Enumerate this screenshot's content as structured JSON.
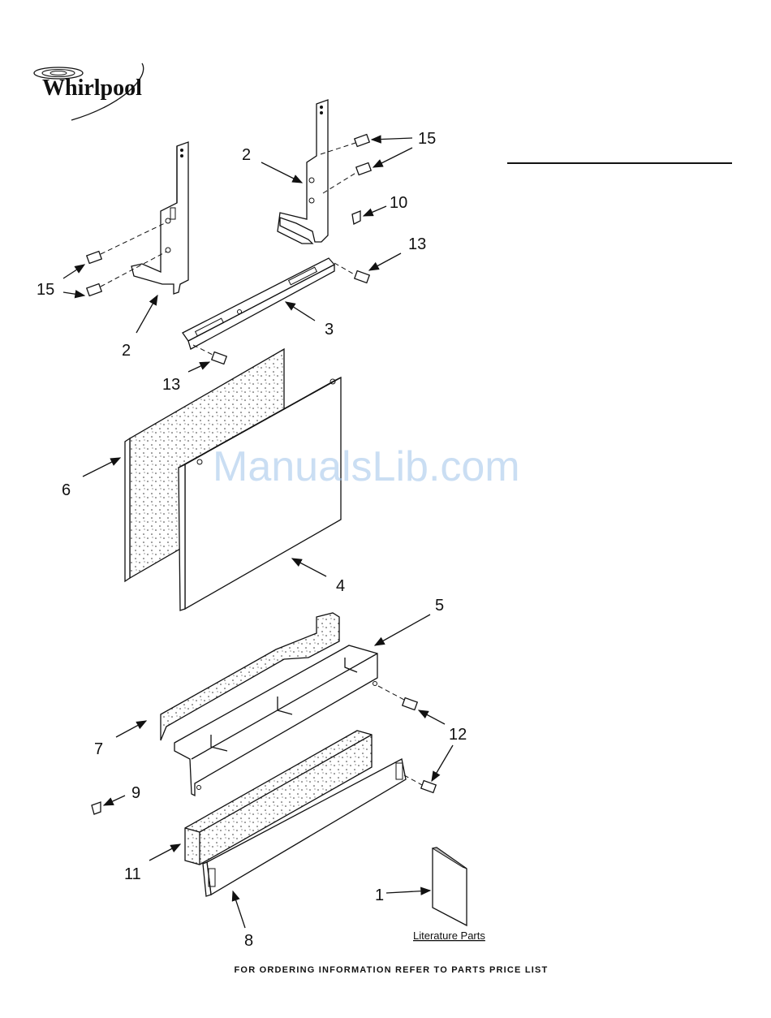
{
  "brand": {
    "name": "Whirlpool"
  },
  "header_rule": true,
  "watermark": "ManualsLib.com",
  "callouts": {
    "c15a": "15",
    "c2a": "2",
    "c10": "10",
    "c13a": "13",
    "c15b": "15",
    "c2b": "2",
    "c3": "3",
    "c13b": "13",
    "c6": "6",
    "c4": "4",
    "c5": "5",
    "c7": "7",
    "c12": "12",
    "c9": "9",
    "c11": "11",
    "c1": "1",
    "c8": "8"
  },
  "literature_label": "Literature Parts",
  "footer": "FOR ORDERING INFORMATION REFER TO PARTS PRICE LIST",
  "colors": {
    "line": "#111111",
    "watermark": "#9ec2ea",
    "background": "#ffffff"
  }
}
